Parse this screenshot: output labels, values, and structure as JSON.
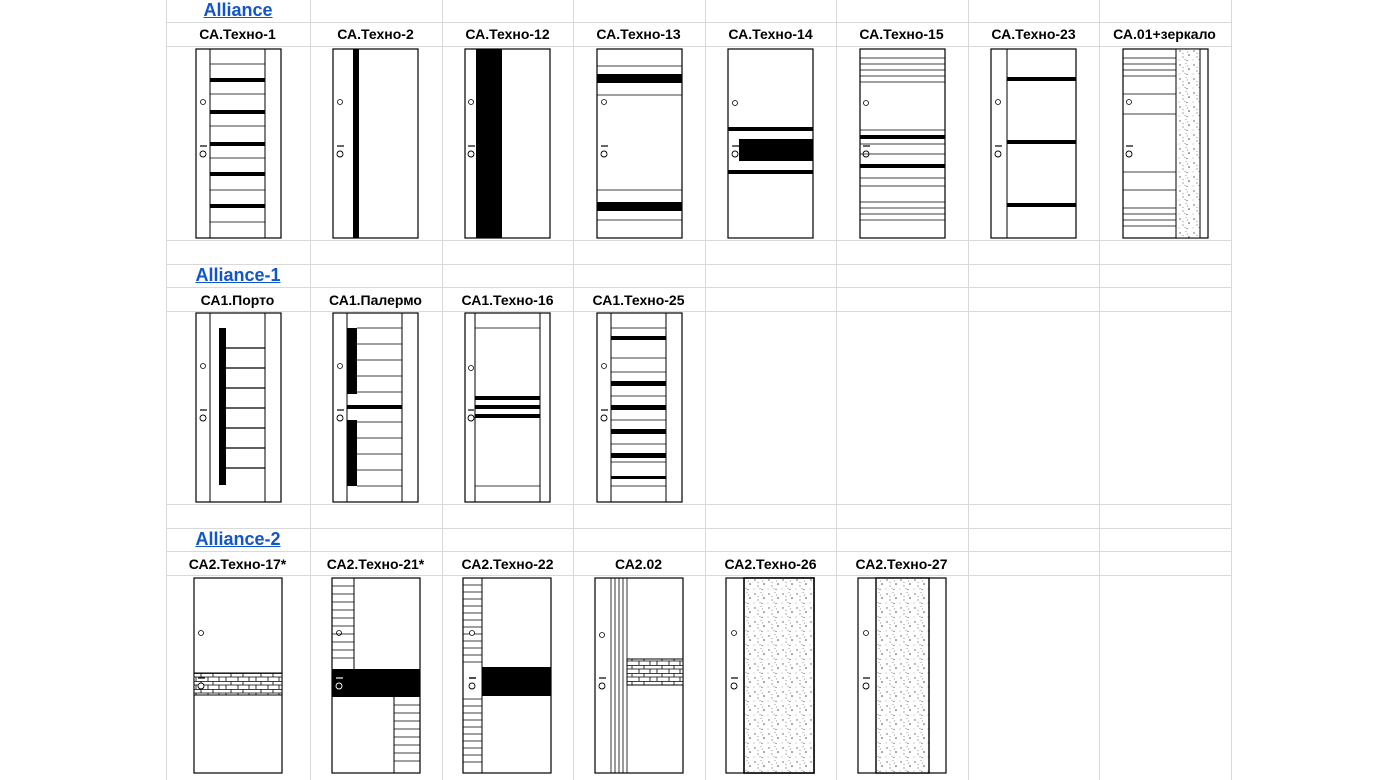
{
  "colors": {
    "link": "#1155cc",
    "grid": "#d9d9d9",
    "ink": "#000000"
  },
  "sections": [
    {
      "title": "Alliance",
      "items": [
        {
          "label": "СА.Техно-1",
          "door": "techno1"
        },
        {
          "label": "СА.Техно-2",
          "door": "techno2"
        },
        {
          "label": "СА.Техно-12",
          "door": "techno12"
        },
        {
          "label": "СА.Техно-13",
          "door": "techno13"
        },
        {
          "label": "СА.Техно-14",
          "door": "techno14"
        },
        {
          "label": "СА.Техно-15",
          "door": "techno15"
        },
        {
          "label": "СА.Техно-23",
          "door": "techno23"
        },
        {
          "label": "СА.01+зеркало",
          "door": "mirror"
        }
      ]
    },
    {
      "title": "Alliance-1",
      "items": [
        {
          "label": "СА1.Порто",
          "door": "porto"
        },
        {
          "label": "СА1.Палермо",
          "door": "palermo"
        },
        {
          "label": "СА1.Техно-16",
          "door": "techno16"
        },
        {
          "label": "СА1.Техно-25",
          "door": "techno25"
        }
      ]
    },
    {
      "title": "Alliance-2",
      "items": [
        {
          "label": "СА2.Техно-17*",
          "door": "techno17"
        },
        {
          "label": "СА2.Техно-21*",
          "door": "techno21"
        },
        {
          "label": "СА2.Техно-22",
          "door": "techno22"
        },
        {
          "label": "СА2.02",
          "door": "sa202"
        },
        {
          "label": "СА2.Техно-26",
          "door": "techno26"
        },
        {
          "label": "СА2.Техно-27",
          "door": "techno27"
        }
      ]
    }
  ]
}
